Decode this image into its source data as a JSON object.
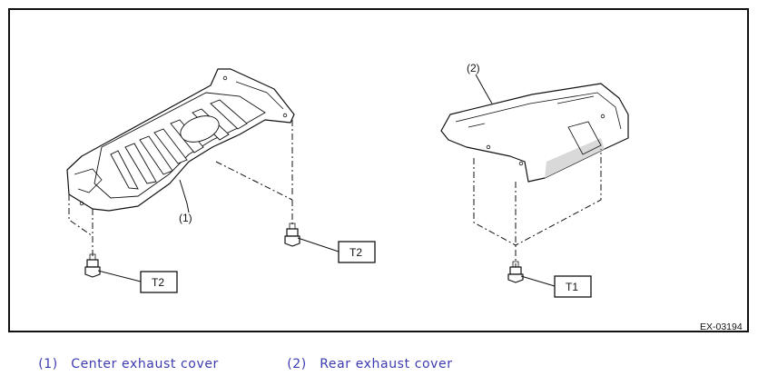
{
  "diagram": {
    "callouts": {
      "part1": "(1)",
      "part2": "(2)"
    },
    "torques": {
      "left_bolt": "T2",
      "center_bolt": "T2",
      "right_bolt": "T1"
    },
    "figure_code": "EX-03194"
  },
  "legend": [
    {
      "num": "(1)",
      "label": "Center exhaust cover"
    },
    {
      "num": "(2)",
      "label": "Rear exhaust cover"
    }
  ]
}
